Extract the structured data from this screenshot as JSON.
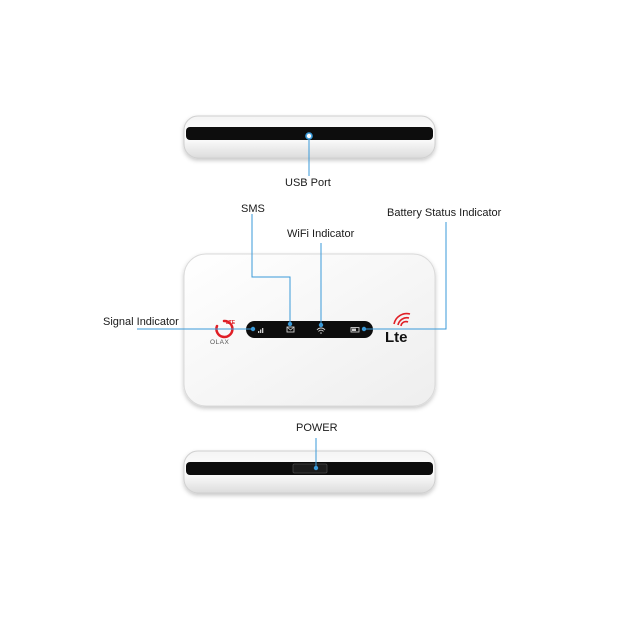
{
  "labels": {
    "usb_port": "USB Port",
    "sms": "SMS",
    "wifi_indicator": "WiFi Indicator",
    "battery_status_indicator": "Battery Status Indicator",
    "signal_indicator": "Signal Indicator",
    "power": "POWER"
  },
  "device": {
    "brand": "OLAX",
    "network": "Lte",
    "body_color": "#ffffff",
    "panel_color": "#0d0d0d",
    "callout_color": "#3a9ad9",
    "brand_color": "#e01f26"
  },
  "icons": [
    "signal-icon",
    "sms-icon",
    "wifi-icon",
    "battery-icon",
    "usb-port-icon",
    "power-button-icon"
  ]
}
